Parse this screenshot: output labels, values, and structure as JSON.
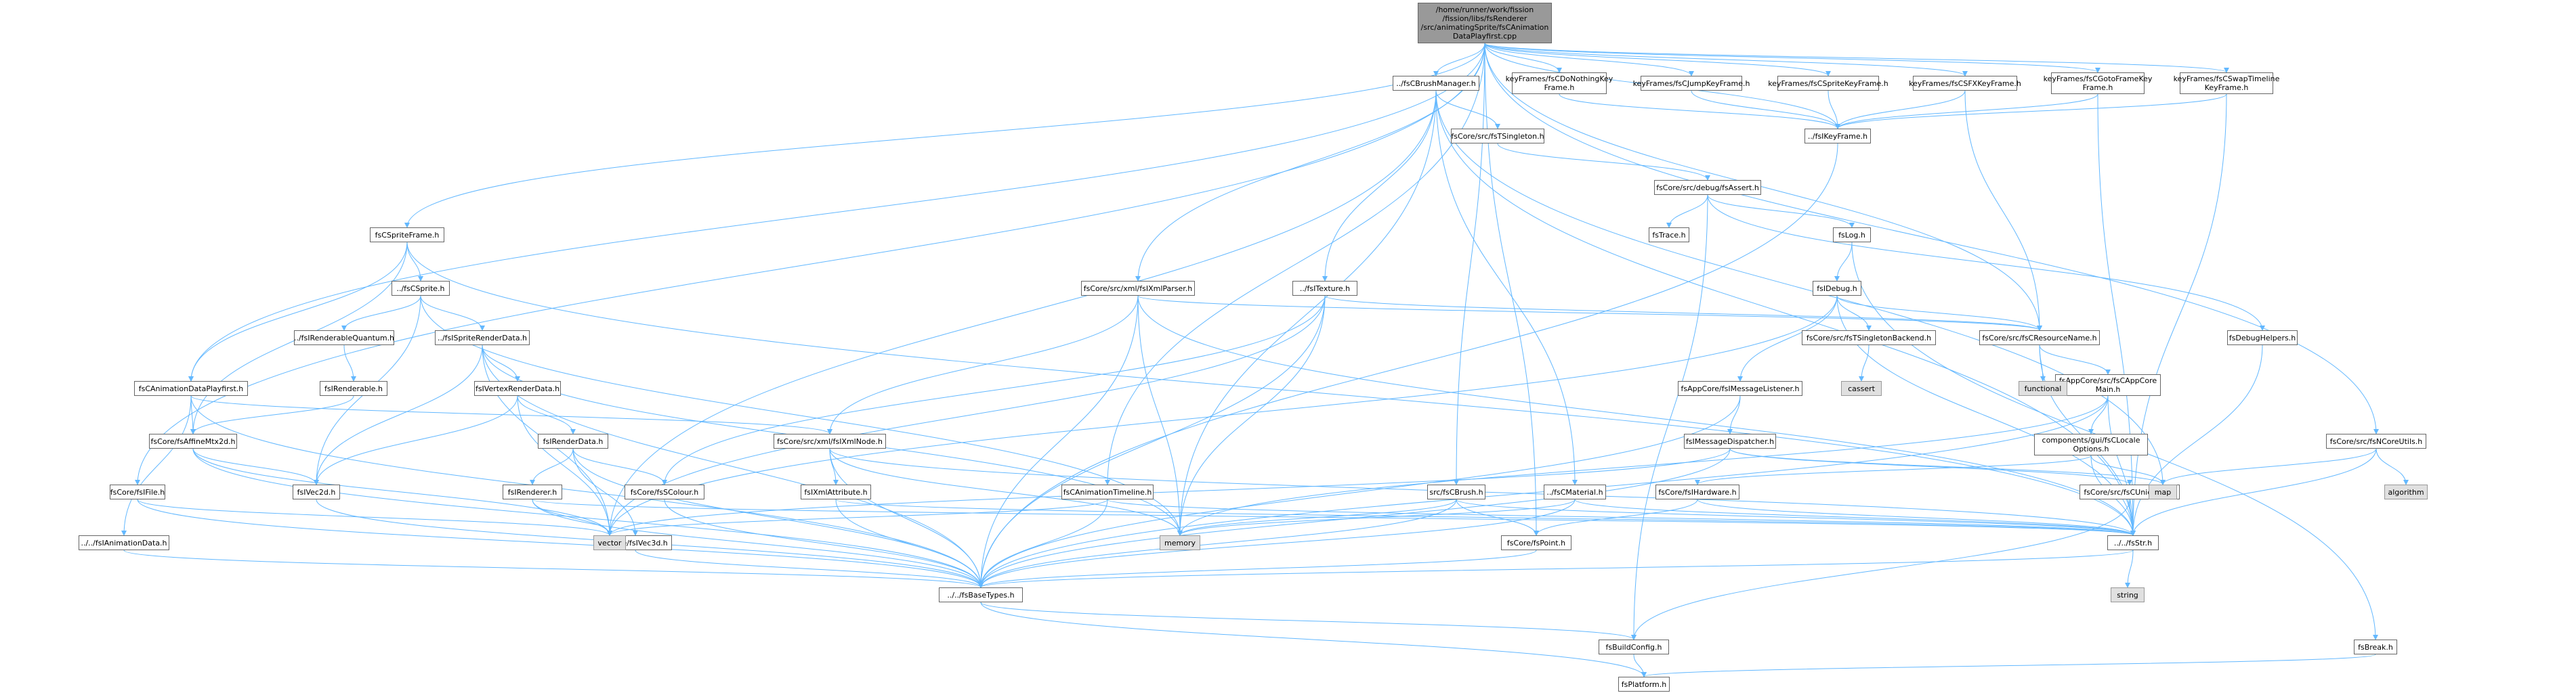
{
  "diagram": {
    "type": "include-dependency-graph",
    "edge_color": "#63b8ff",
    "node_border": "#666666",
    "root_fill": "#999999",
    "system_fill": "#e0e0e0",
    "nodes": [
      {
        "id": "root",
        "label": "/home/runner/work/fission\n/fission/libs/fsRenderer\n/src/animatingSprite/fsCAnimation\nDataPlayfirst.cpp",
        "kind": "root",
        "link": false
      },
      {
        "id": "CBrushManager",
        "label": "../fsCBrushManager.h",
        "kind": "file",
        "link": true
      },
      {
        "id": "kfDoNothing",
        "label": "keyFrames/fsCDoNothingKey\nFrame.h",
        "kind": "file",
        "link": true
      },
      {
        "id": "kfJump",
        "label": "keyFrames/fsCJumpKeyFrame.h",
        "kind": "file",
        "link": true
      },
      {
        "id": "kfSprite",
        "label": "keyFrames/fsCSpriteKeyFrame.h",
        "kind": "file",
        "link": true
      },
      {
        "id": "kfSFX",
        "label": "keyFrames/fsCSFXKeyFrame.h",
        "kind": "file",
        "link": true
      },
      {
        "id": "kfGoto",
        "label": "keyFrames/fsCGotoFrameKey\nFrame.h",
        "kind": "file",
        "link": true
      },
      {
        "id": "kfSwap",
        "label": "keyFrames/fsCSwapTimeline\nKeyFrame.h",
        "kind": "file",
        "link": true
      },
      {
        "id": "TSingleton",
        "label": "fsCore/src/fsTSingleton.h",
        "kind": "file",
        "link": true
      },
      {
        "id": "KeyFrame",
        "label": "../fsIKeyFrame.h",
        "kind": "file",
        "link": true
      },
      {
        "id": "Assert",
        "label": "fsCore/src/debug/fsAssert.h",
        "kind": "file",
        "link": true
      },
      {
        "id": "Trace",
        "label": "fsTrace.h",
        "kind": "file",
        "link": true
      },
      {
        "id": "Log",
        "label": "fsLog.h",
        "kind": "file",
        "link": true
      },
      {
        "id": "CSpriteFrame",
        "label": "fsCSpriteFrame.h",
        "kind": "file",
        "link": true
      },
      {
        "id": "XmlParser",
        "label": "fsCore/src/xml/fsIXmlParser.h",
        "kind": "file",
        "link": true
      },
      {
        "id": "ITexture",
        "label": "../fsITexture.h",
        "kind": "file",
        "link": true
      },
      {
        "id": "Debug",
        "label": "fsIDebug.h",
        "kind": "file",
        "link": true
      },
      {
        "id": "CSprite",
        "label": "../fsCSprite.h",
        "kind": "file",
        "link": true
      },
      {
        "id": "RendQuantum",
        "label": "../fsIRenderableQuantum.h",
        "kind": "file",
        "link": true
      },
      {
        "id": "SpriteRD",
        "label": "../fsISpriteRenderData.h",
        "kind": "file",
        "link": true
      },
      {
        "id": "Renderable",
        "label": "fsIRenderable.h",
        "kind": "file",
        "link": true
      },
      {
        "id": "VertexRD",
        "label": "fsIVertexRenderData.h",
        "kind": "file",
        "link": true
      },
      {
        "id": "RenderData",
        "label": "fsIRenderData.h",
        "kind": "file",
        "link": true
      },
      {
        "id": "IRenderer",
        "label": "fsIRenderer.h",
        "kind": "file",
        "link": true
      },
      {
        "id": "CAnimDPF",
        "label": "fsCAnimationDataPlayfirst.h",
        "kind": "file",
        "link": true
      },
      {
        "id": "AffineMtx",
        "label": "fsCore/fsAffineMtx2d.h",
        "kind": "file",
        "link": true
      },
      {
        "id": "Vec2d",
        "label": "fsIVec2d.h",
        "kind": "file",
        "link": true
      },
      {
        "id": "Vec3d",
        "label": "fsCore/fsIVec3d.h",
        "kind": "file",
        "link": true
      },
      {
        "id": "XmlNode",
        "label": "fsCore/src/xml/fsIXmlNode.h",
        "kind": "file",
        "link": true
      },
      {
        "id": "XmlAttr",
        "label": "fsIXmlAttribute.h",
        "kind": "file",
        "link": true
      },
      {
        "id": "Colour",
        "label": "fsCore/fsSColour.h",
        "kind": "file",
        "link": true
      },
      {
        "id": "IFile",
        "label": "fsCore/fsIFile.h",
        "kind": "file",
        "link": true
      },
      {
        "id": "AnimData",
        "label": "../../fsIAnimationData.h",
        "kind": "file",
        "link": true
      },
      {
        "id": "AnimTimeline",
        "label": "fsCAnimationTimeline.h",
        "kind": "file",
        "link": true
      },
      {
        "id": "CBrush",
        "label": "src/fsCBrush.h",
        "kind": "file",
        "link": true
      },
      {
        "id": "CMaterial",
        "label": "../fsCMaterial.h",
        "kind": "file",
        "link": true
      },
      {
        "id": "TSingletonBE",
        "label": "fsCore/src/fsTSingletonBackend.h",
        "kind": "file",
        "link": true
      },
      {
        "id": "CResName",
        "label": "fsCore/src/fsCResourceName.h",
        "kind": "file",
        "link": true
      },
      {
        "id": "MsgListener",
        "label": "fsAppCore/fsIMessageListener.h",
        "kind": "file",
        "link": true
      },
      {
        "id": "CAppCoreMain",
        "label": "fsAppCore/src/fsCAppCore\nMain.h",
        "kind": "file",
        "link": true
      },
      {
        "id": "MsgDispatcher",
        "label": "fsIMessageDispatcher.h",
        "kind": "file",
        "link": true
      },
      {
        "id": "Locale",
        "label": "components/gui/fsCLocale\nOptions.h",
        "kind": "file",
        "link": true
      },
      {
        "id": "Hardware",
        "label": "fsCore/fsIHardware.h",
        "kind": "file",
        "link": true
      },
      {
        "id": "UniqueId",
        "label": "fsCore/src/fsCUniqueId.h",
        "kind": "file",
        "link": true
      },
      {
        "id": "DebugHelpers",
        "label": "fsDebugHelpers.h",
        "kind": "file",
        "link": true
      },
      {
        "id": "CoreUtils",
        "label": "fsCore/src/fsNCoreUtils.h",
        "kind": "file",
        "link": true
      },
      {
        "id": "Point",
        "label": "fsCore/fsPoint.h",
        "kind": "file",
        "link": true
      },
      {
        "id": "Str",
        "label": "../../fsStr.h",
        "kind": "file",
        "link": true
      },
      {
        "id": "BaseTypes",
        "label": "../../fsBaseTypes.h",
        "kind": "file",
        "link": true
      },
      {
        "id": "BuildConfig",
        "label": "fsBuildConfig.h",
        "kind": "file",
        "link": true
      },
      {
        "id": "Platform",
        "label": "fsPlatform.h",
        "kind": "file",
        "link": true
      },
      {
        "id": "Break",
        "label": "fsBreak.h",
        "kind": "file",
        "link": true
      },
      {
        "id": "vector",
        "label": "vector",
        "kind": "system",
        "link": false
      },
      {
        "id": "memory",
        "label": "memory",
        "kind": "system",
        "link": false
      },
      {
        "id": "map",
        "label": "map",
        "kind": "system",
        "link": false
      },
      {
        "id": "functional",
        "label": "functional",
        "kind": "system",
        "link": false
      },
      {
        "id": "cassert",
        "label": "cassert",
        "kind": "system",
        "link": false
      },
      {
        "id": "algorithm",
        "label": "algorithm",
        "kind": "system",
        "link": false
      },
      {
        "id": "string",
        "label": "string",
        "kind": "system",
        "link": false
      }
    ],
    "edges": [
      [
        "root",
        "CBrushManager"
      ],
      [
        "root",
        "kfDoNothing"
      ],
      [
        "root",
        "kfJump"
      ],
      [
        "root",
        "kfSprite"
      ],
      [
        "root",
        "kfSFX"
      ],
      [
        "root",
        "kfGoto"
      ],
      [
        "root",
        "kfSwap"
      ],
      [
        "root",
        "CSpriteFrame"
      ],
      [
        "root",
        "XmlParser"
      ],
      [
        "root",
        "CAnimDPF"
      ],
      [
        "root",
        "IFile"
      ],
      [
        "root",
        "AnimTimeline"
      ],
      [
        "root",
        "CBrush"
      ],
      [
        "root",
        "CResName"
      ],
      [
        "root",
        "CoreUtils"
      ],
      [
        "root",
        "Point"
      ],
      [
        "root",
        "KeyFrame"
      ],
      [
        "CBrushManager",
        "TSingleton"
      ],
      [
        "CBrushManager",
        "ITexture"
      ],
      [
        "CBrushManager",
        "CMaterial"
      ],
      [
        "CBrushManager",
        "vector"
      ],
      [
        "CBrushManager",
        "memory"
      ],
      [
        "CBrushManager",
        "map"
      ],
      [
        "CBrushManager",
        "Str"
      ],
      [
        "kfDoNothing",
        "KeyFrame"
      ],
      [
        "kfJump",
        "KeyFrame"
      ],
      [
        "kfSprite",
        "KeyFrame"
      ],
      [
        "kfSFX",
        "KeyFrame"
      ],
      [
        "kfSFX",
        "CResName"
      ],
      [
        "kfGoto",
        "KeyFrame"
      ],
      [
        "kfGoto",
        "Str"
      ],
      [
        "kfSwap",
        "KeyFrame"
      ],
      [
        "kfSwap",
        "Str"
      ],
      [
        "KeyFrame",
        "BaseTypes"
      ],
      [
        "TSingleton",
        "Assert"
      ],
      [
        "Assert",
        "Trace"
      ],
      [
        "Assert",
        "Log"
      ],
      [
        "Assert",
        "DebugHelpers"
      ],
      [
        "Assert",
        "BuildConfig"
      ],
      [
        "Log",
        "Debug"
      ],
      [
        "Log",
        "Break"
      ],
      [
        "Debug",
        "TSingletonBE"
      ],
      [
        "Debug",
        "CResName"
      ],
      [
        "Debug",
        "MsgListener"
      ],
      [
        "Debug",
        "Str"
      ],
      [
        "Debug",
        "vector"
      ],
      [
        "TSingletonBE",
        "cassert"
      ],
      [
        "CResName",
        "functional"
      ],
      [
        "CResName",
        "CAppCoreMain"
      ],
      [
        "CResName",
        "Str"
      ],
      [
        "CAppCoreMain",
        "Locale"
      ],
      [
        "CAppCoreMain",
        "Str"
      ],
      [
        "CAppCoreMain",
        "BaseTypes"
      ],
      [
        "CAppCoreMain",
        "memory"
      ],
      [
        "MsgListener",
        "MsgDispatcher"
      ],
      [
        "MsgListener",
        "BaseTypes"
      ],
      [
        "MsgDispatcher",
        "map"
      ],
      [
        "MsgDispatcher",
        "vector"
      ],
      [
        "MsgDispatcher",
        "UniqueId"
      ],
      [
        "MsgDispatcher",
        "BaseTypes"
      ],
      [
        "Locale",
        "Hardware"
      ],
      [
        "Locale",
        "Str"
      ],
      [
        "Locale",
        "map"
      ],
      [
        "Hardware",
        "Point"
      ],
      [
        "Hardware",
        "Str"
      ],
      [
        "UniqueId",
        "Str"
      ],
      [
        "UniqueId",
        "BuildConfig"
      ],
      [
        "DebugHelpers",
        "Str"
      ],
      [
        "CSpriteFrame",
        "CSprite"
      ],
      [
        "CSpriteFrame",
        "CAnimDPF"
      ],
      [
        "CSpriteFrame",
        "AffineMtx"
      ],
      [
        "CSpriteFrame",
        "Str"
      ],
      [
        "CSprite",
        "RendQuantum"
      ],
      [
        "CSprite",
        "SpriteRD"
      ],
      [
        "CSprite",
        "Vec2d"
      ],
      [
        "CSprite",
        "memory"
      ],
      [
        "RendQuantum",
        "Renderable"
      ],
      [
        "Renderable",
        "AffineMtx"
      ],
      [
        "SpriteRD",
        "VertexRD"
      ],
      [
        "SpriteRD",
        "Vec2d"
      ],
      [
        "SpriteRD",
        "vector"
      ],
      [
        "SpriteRD",
        "memory"
      ],
      [
        "SpriteRD",
        "BaseTypes"
      ],
      [
        "VertexRD",
        "RenderData"
      ],
      [
        "VertexRD",
        "Vec2d"
      ],
      [
        "VertexRD",
        "vector"
      ],
      [
        "RenderData",
        "IRenderer"
      ],
      [
        "RenderData",
        "Vec3d"
      ],
      [
        "RenderData",
        "Colour"
      ],
      [
        "RenderData",
        "BaseTypes"
      ],
      [
        "IRenderer",
        "vector"
      ],
      [
        "IRenderer",
        "Str"
      ],
      [
        "IRenderer",
        "BaseTypes"
      ],
      [
        "CAnimDPF",
        "AnimData"
      ],
      [
        "CAnimDPF",
        "AffineMtx"
      ],
      [
        "CAnimDPF",
        "XmlNode"
      ],
      [
        "CAnimDPF",
        "BaseTypes"
      ],
      [
        "AnimData",
        "BaseTypes"
      ],
      [
        "AffineMtx",
        "Vec2d"
      ],
      [
        "AffineMtx",
        "vector"
      ],
      [
        "AffineMtx",
        "BaseTypes"
      ],
      [
        "Vec2d",
        "BaseTypes"
      ],
      [
        "Vec3d",
        "BaseTypes"
      ],
      [
        "Colour",
        "BaseTypes"
      ],
      [
        "XmlParser",
        "XmlNode"
      ],
      [
        "XmlParser",
        "CResName"
      ],
      [
        "XmlParser",
        "memory"
      ],
      [
        "XmlParser",
        "BaseTypes"
      ],
      [
        "XmlParser",
        "Str"
      ],
      [
        "XmlNode",
        "XmlAttr"
      ],
      [
        "XmlNode",
        "memory"
      ],
      [
        "XmlNode",
        "Str"
      ],
      [
        "XmlNode",
        "BaseTypes"
      ],
      [
        "XmlAttr",
        "BaseTypes"
      ],
      [
        "XmlAttr",
        "Str"
      ],
      [
        "ITexture",
        "CResName"
      ],
      [
        "ITexture",
        "Colour"
      ],
      [
        "ITexture",
        "memory"
      ],
      [
        "ITexture",
        "vector"
      ],
      [
        "ITexture",
        "BaseTypes"
      ],
      [
        "IFile",
        "vector"
      ],
      [
        "IFile",
        "BaseTypes"
      ],
      [
        "AnimTimeline",
        "vector"
      ],
      [
        "AnimTimeline",
        "Str"
      ],
      [
        "AnimTimeline",
        "BaseTypes"
      ],
      [
        "CBrush",
        "memory"
      ],
      [
        "CBrush",
        "Point"
      ],
      [
        "CBrush",
        "Str"
      ],
      [
        "CBrush",
        "BaseTypes"
      ],
      [
        "CMaterial",
        "memory"
      ],
      [
        "CMaterial",
        "Str"
      ],
      [
        "CMaterial",
        "BaseTypes"
      ],
      [
        "CoreUtils",
        "algorithm"
      ],
      [
        "CoreUtils",
        "map"
      ],
      [
        "CoreUtils",
        "Str"
      ],
      [
        "Point",
        "BaseTypes"
      ],
      [
        "Str",
        "string"
      ],
      [
        "Str",
        "BaseTypes"
      ],
      [
        "BaseTypes",
        "BuildConfig"
      ],
      [
        "BaseTypes",
        "Platform"
      ],
      [
        "BuildConfig",
        "Platform"
      ],
      [
        "Break",
        "Platform"
      ]
    ]
  }
}
